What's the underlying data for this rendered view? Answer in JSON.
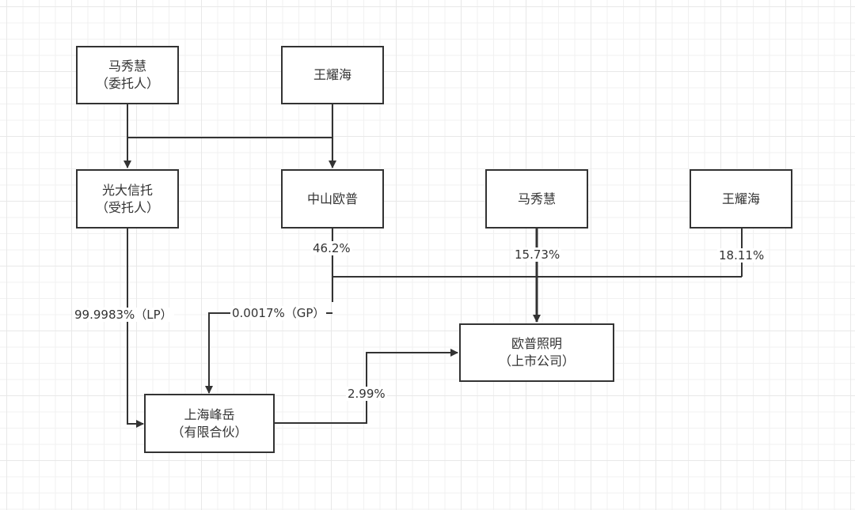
{
  "diagram": {
    "type": "ownership-structure",
    "colors": {
      "stroke": "#333333",
      "background": "#ffffff",
      "grid": "#e8e8e8"
    },
    "nodes": [
      {
        "id": "ma_trustor",
        "line1": "马秀慧",
        "line2": "（委托人）"
      },
      {
        "id": "wang_top",
        "line1": "王耀海",
        "line2": ""
      },
      {
        "id": "everbright",
        "line1": "光大信托",
        "line2": "（受托人）"
      },
      {
        "id": "zhongshan",
        "line1": "中山欧普",
        "line2": ""
      },
      {
        "id": "ma_direct",
        "line1": "马秀慧",
        "line2": ""
      },
      {
        "id": "wang_direct",
        "line1": "王耀海",
        "line2": ""
      },
      {
        "id": "shanghai",
        "line1": "上海峰岳",
        "line2": "（有限合伙）"
      },
      {
        "id": "opple",
        "line1": "欧普照明",
        "line2": "（上市公司）"
      }
    ],
    "edges": [
      {
        "from": "ma_trustor",
        "to": "everbright",
        "label": ""
      },
      {
        "from": "wang_top",
        "to": "zhongshan",
        "label": ""
      },
      {
        "from": "ma_trustor",
        "to": "zhongshan",
        "label": ""
      },
      {
        "from": "everbright",
        "to": "shanghai",
        "label": "99.9983%（LP）"
      },
      {
        "from": "zhongshan",
        "to": "shanghai",
        "label": "0.0017%（GP）"
      },
      {
        "from": "zhongshan",
        "to": "opple",
        "label": "46.2%"
      },
      {
        "from": "ma_direct",
        "to": "opple",
        "label": "15.73%"
      },
      {
        "from": "wang_direct",
        "to": "opple",
        "label": "18.11%"
      },
      {
        "from": "shanghai",
        "to": "opple",
        "label": "2.99%"
      }
    ]
  }
}
